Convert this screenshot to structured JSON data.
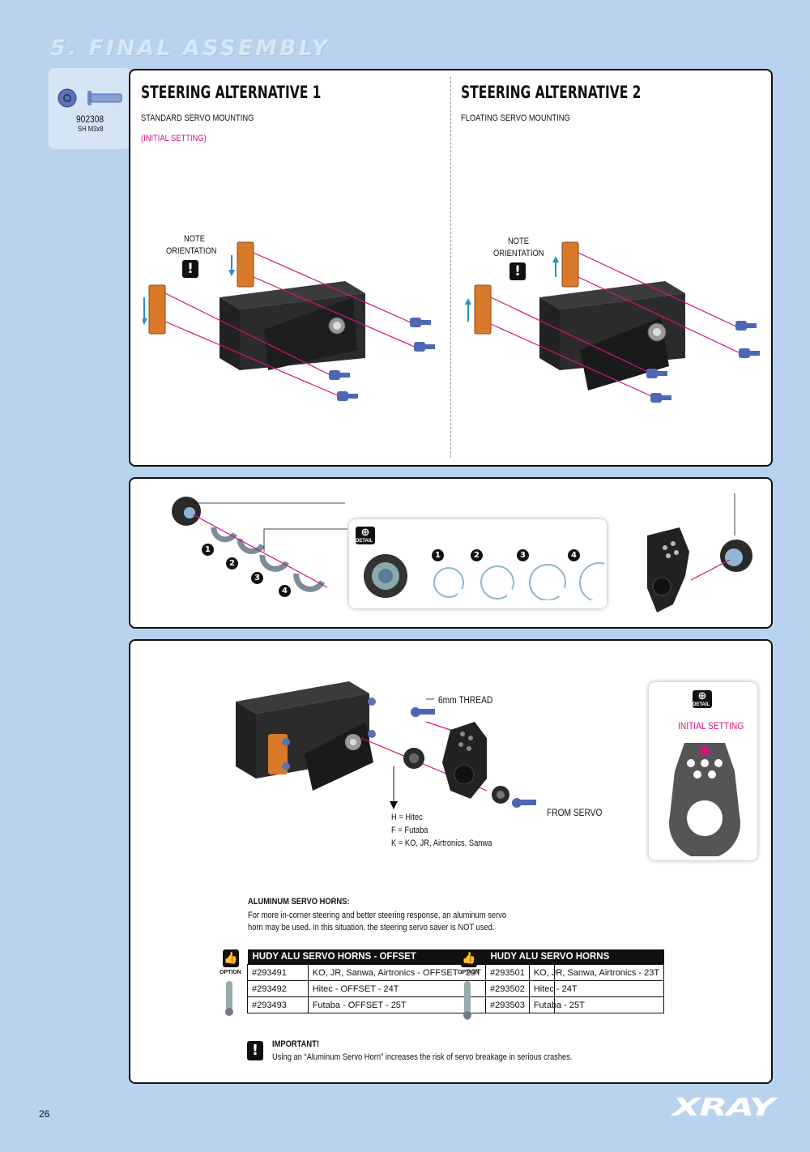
{
  "section_title": "5. FINAL ASSEMBLY",
  "part": {
    "number": "902308",
    "desc": "SH M3x8"
  },
  "panel1": {
    "alt1": {
      "title": "STEERING ALTERNATIVE 1",
      "subtitle": "STANDARD SERVO MOUNTING",
      "note": "(INITIAL SETTING)",
      "orientation_line1": "NOTE",
      "orientation_line2": "ORIENTATION"
    },
    "alt2": {
      "title": "STEERING  ALTERNATIVE 2",
      "subtitle": "FLOATING SERVO MOUNTING",
      "orientation_line1": "NOTE",
      "orientation_line2": "ORIENTATION"
    }
  },
  "panel2": {
    "detail_label": "DETAIL",
    "numbers": [
      "1",
      "2",
      "3",
      "4"
    ]
  },
  "panel3": {
    "thread_label": "6mm THREAD",
    "from_servo": "FROM SERVO",
    "legend": [
      "H = Hitec",
      "F = Futaba",
      "K = KO, JR, Airtronics, Sanwa"
    ],
    "detail_label": "DETAIL",
    "initial_setting": "INITIAL SETTING",
    "alu_heading": "ALUMINUM SERVO HORNS:",
    "alu_text1": "For more in-corner steering and better steering response, an aluminum servo",
    "alu_text2": "horn may be used.  In this situation, the steering servo saver is NOT used.",
    "option_label": "OPTION",
    "table1": {
      "title": "HUDY ALU SERVO HORNS - OFFSET",
      "rows": [
        [
          "#293491",
          "KO, JR, Sanwa, Airtronics - OFFSET - 23T"
        ],
        [
          "#293492",
          "Hitec - OFFSET - 24T"
        ],
        [
          "#293493",
          "Futaba - OFFSET - 25T"
        ]
      ]
    },
    "table2": {
      "title": "HUDY ALU SERVO HORNS",
      "rows": [
        [
          "#293501",
          "KO, JR, Sanwa, Airtronics - 23T"
        ],
        [
          "#293502",
          "Hitec - 24T"
        ],
        [
          "#293503",
          "Futaba - 25T"
        ]
      ]
    },
    "important_heading": "IMPORTANT!",
    "important_text": "Using an “Aluminum Servo Horn” increases the risk of servo breakage in serious crashes."
  },
  "page_number": "26",
  "brand": "XRAY",
  "colors": {
    "background": "#b9d3ee",
    "accent": "#d4137f",
    "orange_part": "#d9792a",
    "screw": "#4d67b5"
  }
}
